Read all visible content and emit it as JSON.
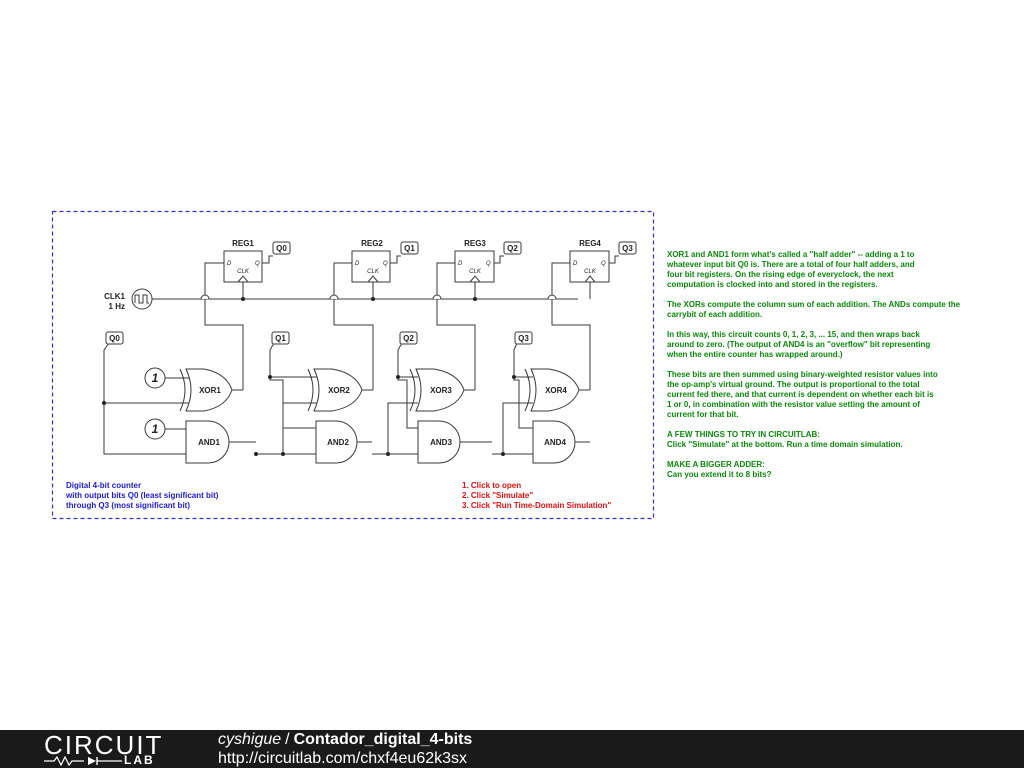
{
  "schematic": {
    "clock": {
      "name": "CLK1",
      "freq": "1 Hz"
    },
    "registers": [
      {
        "name": "REG1",
        "d": "D",
        "q": "Q",
        "clk": "CLK",
        "output": "Q0"
      },
      {
        "name": "REG2",
        "d": "D",
        "q": "Q",
        "clk": "CLK",
        "output": "Q1"
      },
      {
        "name": "REG3",
        "d": "D",
        "q": "Q",
        "clk": "CLK",
        "output": "Q2"
      },
      {
        "name": "REG4",
        "d": "D",
        "q": "Q",
        "clk": "CLK",
        "output": "Q3"
      }
    ],
    "xors": [
      "XOR1",
      "XOR2",
      "XOR3",
      "XOR4"
    ],
    "ands": [
      "AND1",
      "AND2",
      "AND3",
      "AND4"
    ],
    "inputs": [
      "Q0",
      "Q1",
      "Q2",
      "Q3"
    ],
    "constant": "1"
  },
  "notes": {
    "description": [
      "Digital 4-bit counter",
      "with output bits Q0 (least significant bit)",
      "through Q3 (most significant bit)"
    ],
    "steps": [
      "1. Click to open",
      "2. Click \"Simulate\"",
      "3. Click \"Run Time-Domain Simulation\""
    ],
    "explanation": [
      "XOR1 and AND1 form what's called a \"half adder\" -- adding a 1 to",
      "whatever input bit Q0 is. There are a total of four half adders, and",
      "four bit registers. On the rising edge of everyclock, the next",
      "computation is clocked into and stored in the registers.",
      "",
      "The XORs compute the column sum of each addition. The ANDs compute the",
      "carrybit of each addition.",
      "",
      "In this way, this circuit counts 0, 1, 2, 3, ... 15, and then wraps back",
      "around to zero. (The output of AND4 is an \"overflow\" bit representing",
      "when the entire counter has wrapped around.)",
      "",
      "These bits are then summed using binary-weighted resistor values into",
      "the op-amp's virtual ground. The output is proportional to the total",
      "current fed there, and that current is dependent on whether each bit is",
      "1 or 0, in combination with the resistor value setting the amount of",
      "current for that bit.",
      "",
      "A FEW THINGS TO TRY IN CIRCUITLAB:",
      "Click \"Simulate\" at the bottom. Run a time domain simulation.",
      "",
      "MAKE A BIGGER ADDER:",
      "Can you extend it to 8 bits?"
    ]
  },
  "footer": {
    "logo_top": "CIRCUIT",
    "logo_bottom": "LAB",
    "user": "cyshigue",
    "separator": "/",
    "circuit_name": "Contador_digital_4-bits",
    "url": "http://circuitlab.com/chxf4eu62k3sx"
  },
  "colors": {
    "description": "#1c1cd8",
    "steps": "#e01010",
    "explanation": "#0a8a0a",
    "frame": "#3333cc",
    "footer_bg": "#1a1a1a"
  }
}
